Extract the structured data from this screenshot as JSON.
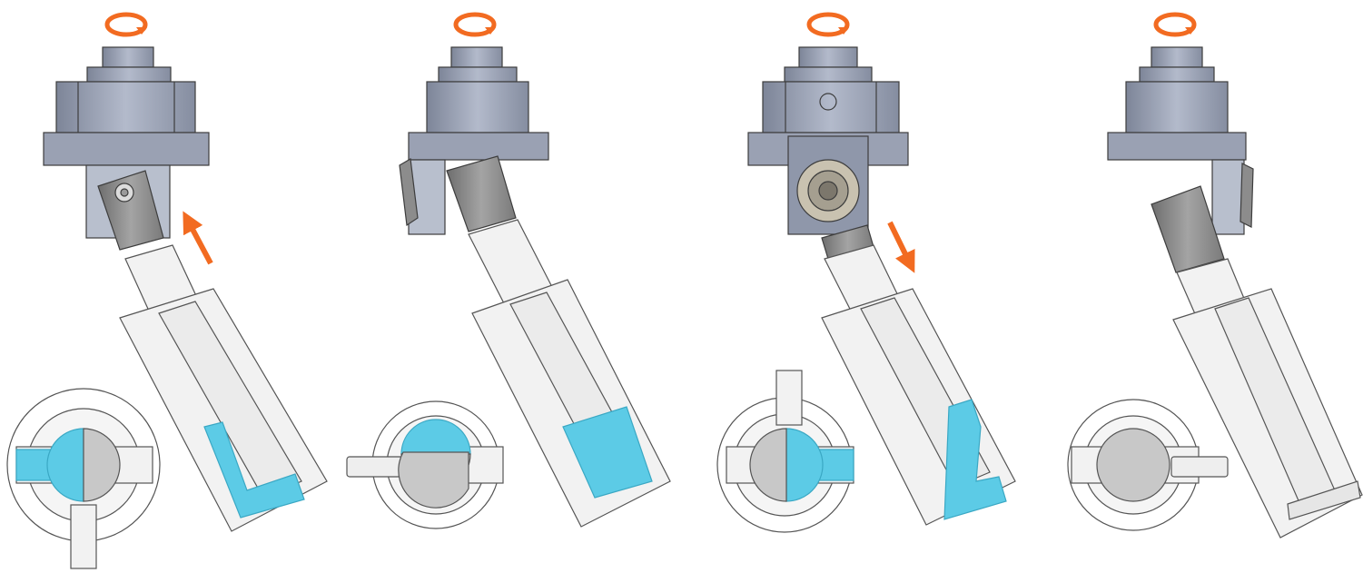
{
  "colors": {
    "accent": "#f26b21",
    "fluid": "#5ccbe6",
    "metal_light": "#aab1c2",
    "metal_mid": "#8f97aa",
    "metal_dark": "#6f7688",
    "rod_gray": "#858585",
    "pin_gray": "#c8c8c8",
    "outline": "#3d3d3d",
    "body_white": "#f2f2f2"
  },
  "panels": [
    {
      "id": "stage-1",
      "rotation_icon": "rotate-clockwise-icon",
      "flow_arrow": "arrow-up-right-icon",
      "view": "front"
    },
    {
      "id": "stage-2",
      "rotation_icon": "rotate-clockwise-icon",
      "flow_arrow": null,
      "view": "side"
    },
    {
      "id": "stage-3",
      "rotation_icon": "rotate-clockwise-icon",
      "flow_arrow": "arrow-down-right-icon",
      "view": "back"
    },
    {
      "id": "stage-4",
      "rotation_icon": "rotate-clockwise-icon",
      "flow_arrow": null,
      "view": "side"
    }
  ]
}
